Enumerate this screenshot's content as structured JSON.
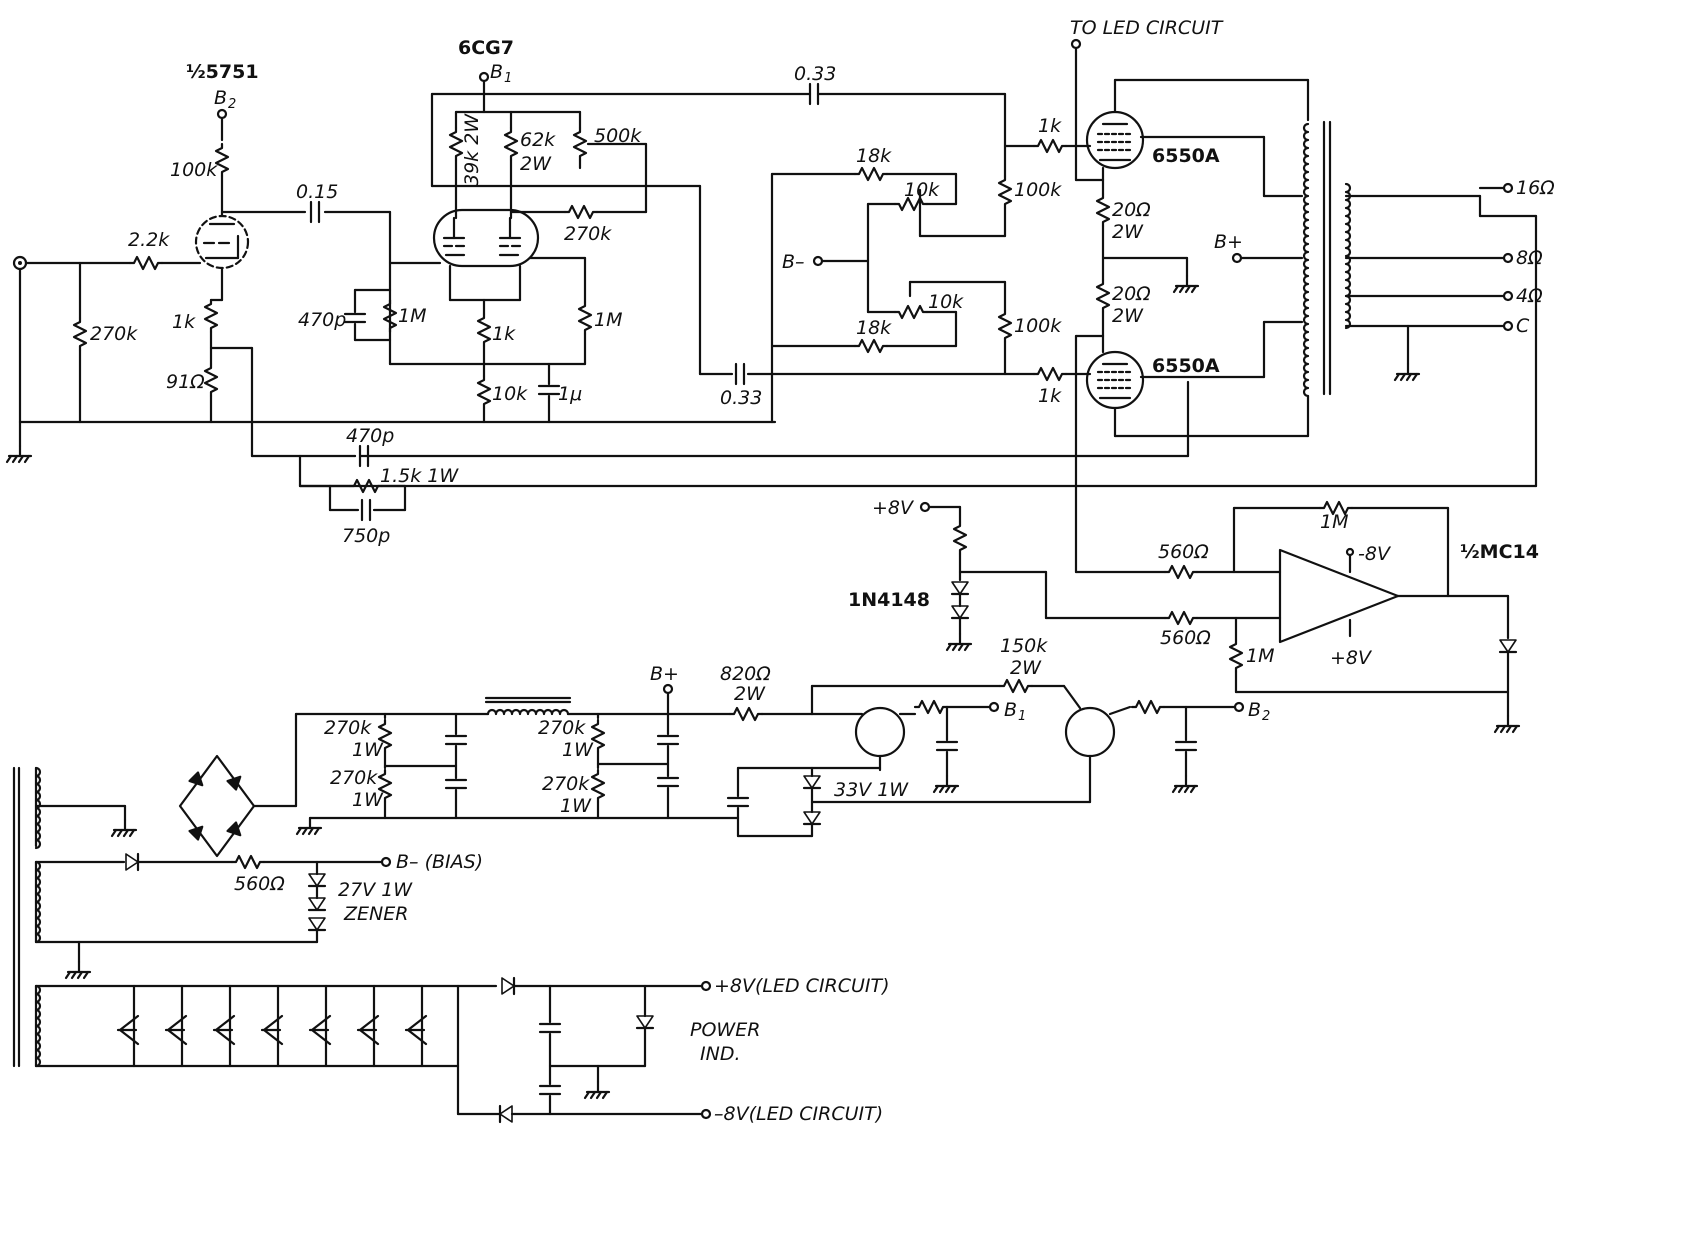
{
  "tubes": {
    "input": "½5751",
    "driver": "6CG7",
    "output_top": "6550A",
    "output_bottom": "6550A",
    "opamp": "½MC14",
    "diode_pair": "1N4148"
  },
  "supply_labels": {
    "b2_in": "B",
    "b2_sub": "2",
    "b1_in": "B",
    "b1_sub": "1",
    "b_minus": "B–",
    "b_plus_out": "B+",
    "b_plus_ps": "B+",
    "to_led": "TO LED CIRCUIT",
    "plus8v": "+8V",
    "minus8v_op": "-8V",
    "plus8v_op": "+8V",
    "b1_out": "B",
    "b1_out_sub": "1",
    "b2_out": "B",
    "b2_out_sub": "2",
    "bias": "B– (BIAS)",
    "led_plus": "+8V(LED CIRCUIT)",
    "led_minus": "–8V(LED CIRCUIT)",
    "power_ind_1": "POWER",
    "power_ind_2": "IND."
  },
  "outputs": {
    "o16": "16Ω",
    "o8": "8Ω",
    "o4": "4Ω",
    "oc": "C"
  },
  "components": {
    "r100k_a": "100k",
    "c015": "0.15",
    "r22k": "2.2k",
    "r270k_in": "270k",
    "r1k_a": "1k",
    "r91": "91Ω",
    "r39k": "39k 2W",
    "r62k": "62k",
    "r62k_w": "2W",
    "r500k": "500k",
    "r270k_b": "270k",
    "c470p_a": "470p",
    "r1m_a": "1M",
    "r1k_b": "1k",
    "r1m_b": "1M",
    "r10k": "10k",
    "c1u": "1μ",
    "c033_top": "0.33",
    "c033_bot": "0.33",
    "r18k_a": "18k",
    "r10k_pot_a": "10k",
    "r18k_b": "18k",
    "r10k_pot_b": "10k",
    "r100k_b": "100k",
    "r100k_c": "100k",
    "r1k_g1": "1k",
    "r1k_g2": "1k",
    "r20_a": "20Ω",
    "r20_a_w": "2W",
    "r20_b": "20Ω",
    "r20_b_w": "2W",
    "c470p_fb": "470p",
    "r15k": "1.5k 1W",
    "c750p": "750p",
    "r560_a": "560Ω",
    "r560_b": "560Ω",
    "r1m_fb": "1M",
    "r1m_gnd": "1M",
    "r820": "820Ω",
    "r820_w": "2W",
    "r150k": "150k",
    "r150k_w": "2W",
    "z33": "33V 1W",
    "ps_r1": "270k",
    "ps_r1w": "1W",
    "ps_r2": "270k",
    "ps_r2w": "1W",
    "ps_r3": "270k",
    "ps_r3w": "1W",
    "ps_r4": "270k",
    "ps_r4w": "1W",
    "r560_bias": "560Ω",
    "z27": "27V 1W",
    "zener": "ZENER"
  }
}
